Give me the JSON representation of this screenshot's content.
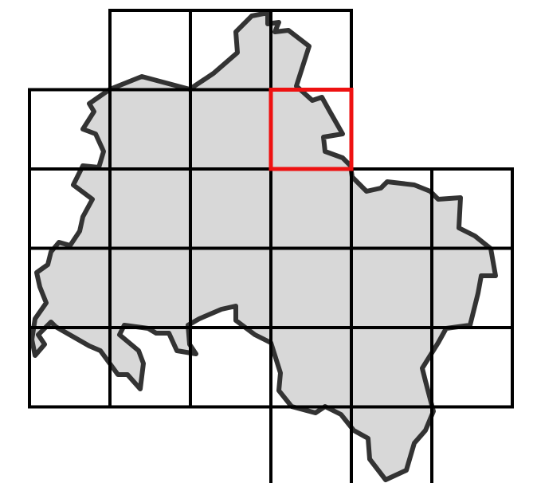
{
  "colors": {
    "background": "#ffffff",
    "region_fill": "#d8d8d8",
    "region_stroke": "#333333",
    "grid_stroke": "#000000",
    "highlight_stroke": "#ee1111"
  },
  "grid": {
    "rows": [
      {
        "row": 0,
        "cols": [
          1,
          2,
          3
        ]
      },
      {
        "row": 1,
        "cols": [
          0,
          1,
          2,
          3
        ]
      },
      {
        "row": 2,
        "cols": [
          0,
          1,
          2,
          3,
          4,
          5
        ]
      },
      {
        "row": 3,
        "cols": [
          0,
          1,
          2,
          3,
          4,
          5
        ]
      },
      {
        "row": 4,
        "cols": [
          0,
          1,
          2,
          3,
          4,
          5
        ]
      },
      {
        "row": 5,
        "cols": [
          3,
          4
        ]
      }
    ],
    "highlighted": {
      "row": 1,
      "col": 3
    }
  }
}
